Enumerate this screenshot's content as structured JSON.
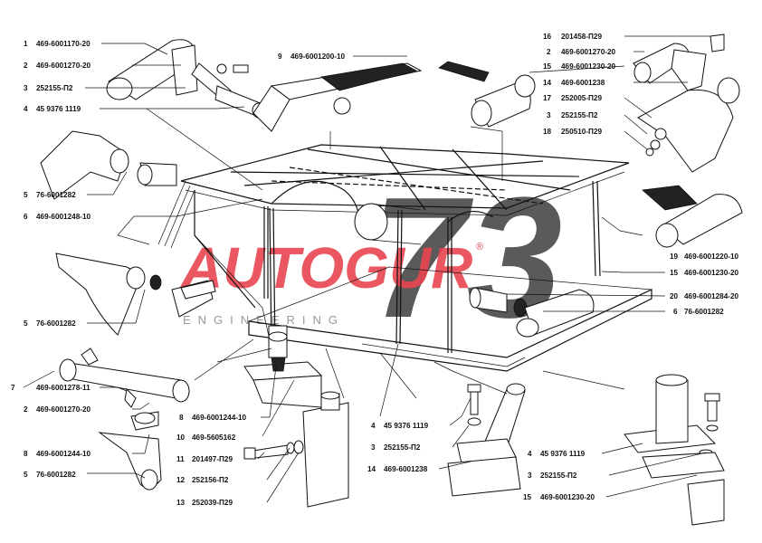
{
  "labels": {
    "left": [
      {
        "num": "1",
        "code": "469-6001170-20"
      },
      {
        "num": "2",
        "code": "469-6001270-20"
      },
      {
        "num": "3",
        "code": "252155-П2"
      },
      {
        "num": "4",
        "code": "45 9376 1119"
      },
      {
        "num": "5",
        "code": "76-6001282"
      },
      {
        "num": "6",
        "code": "469-6001248-10"
      },
      {
        "num": "5",
        "code": "76-6001282"
      },
      {
        "num": "7",
        "code": "469-6001278-11"
      },
      {
        "num": "2",
        "code": "469-6001270-20"
      },
      {
        "num": "8",
        "code": "469-6001244-10"
      },
      {
        "num": "5",
        "code": "76-6001282"
      }
    ],
    "top": [
      {
        "num": "9",
        "code": "469-6001200-10"
      }
    ],
    "right": [
      {
        "num": "16",
        "code": "201458-П29"
      },
      {
        "num": "2",
        "code": "469-6001270-20"
      },
      {
        "num": "15",
        "code": "469-6001230-20"
      },
      {
        "num": "14",
        "code": "469-6001238"
      },
      {
        "num": "17",
        "code": "252005-П29"
      },
      {
        "num": "3",
        "code": "252155-П2"
      },
      {
        "num": "18",
        "code": "250510-П29"
      },
      {
        "num": "19",
        "code": "469-6001220-10"
      },
      {
        "num": "15",
        "code": "469-6001230-20"
      },
      {
        "num": "20",
        "code": "469-6001284-20"
      },
      {
        "num": "6",
        "code": "76-6001282"
      }
    ],
    "bottom_center": [
      {
        "num": "8",
        "code": "469-6001244-10"
      },
      {
        "num": "10",
        "code": "469-5605162"
      },
      {
        "num": "11",
        "code": "201497-П29"
      },
      {
        "num": "12",
        "code": "252156-П2"
      },
      {
        "num": "13",
        "code": "252039-П29"
      }
    ],
    "bottom_mid": [
      {
        "num": "4",
        "code": "45 9376 1119"
      },
      {
        "num": "3",
        "code": "252155-П2"
      },
      {
        "num": "14",
        "code": "469-6001238"
      }
    ],
    "bottom_right": [
      {
        "num": "4",
        "code": "45 9376 1119"
      },
      {
        "num": "3",
        "code": "252155-П2"
      },
      {
        "num": "15",
        "code": "469-6001230-20"
      }
    ]
  },
  "watermark": {
    "brand": "AUTOGUR",
    "number": "73",
    "tagline": "ENGINEERING",
    "registered": "®",
    "brand_color": "#e8454f",
    "number_color": "#444444"
  }
}
